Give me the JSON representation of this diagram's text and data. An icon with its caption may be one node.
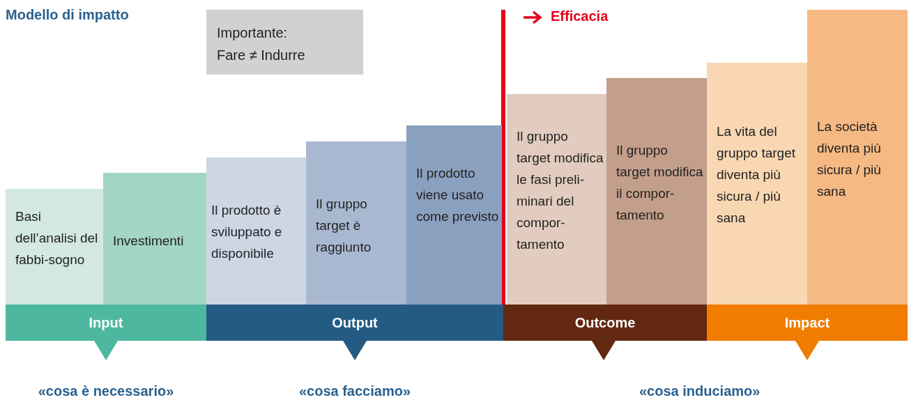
{
  "diagram": {
    "title": "Modello di impatto",
    "nodes": [
      {
        "text": [
          "Importante:",
          "Fare ≠ Indurre"
        ]
      },
      {
        "text": [
          "Basi dell’analisi del fabbi-sogno"
        ]
      },
      {
        "text": [
          "Investimenti"
        ]
      },
      {
        "text": [
          "Il prodotto è sviluppato e disponibile"
        ]
      },
      {
        "text": [
          "Il gruppo target è raggiunto"
        ]
      },
      {
        "text": [
          "Il prodotto viene usato come previsto"
        ]
      },
      {
        "text": [
          "Il gruppo target modifica le fasi preli-minari del compor-tamento"
        ]
      },
      {
        "text": [
          "Il gruppo target modifica il compor-tamento"
        ]
      },
      {
        "text": [
          "La vita del gruppo target diventa più sicura / più sana"
        ]
      },
      {
        "text": [
          "La società diventa più sicura / più sana"
        ]
      },
      {
        "text": [
          "Input"
        ],
        "beside": [
          "«cosa è necessario»"
        ]
      },
      {
        "text": [
          "Output"
        ],
        "beside": [
          "«cosa facciamo»"
        ]
      },
      {
        "text": [
          "Outcome"
        ]
      },
      {
        "text": [
          "Impact"
        ]
      }
    ],
    "labels": [
      "Efficacia",
      "«cosa induciamo»"
    ]
  }
}
